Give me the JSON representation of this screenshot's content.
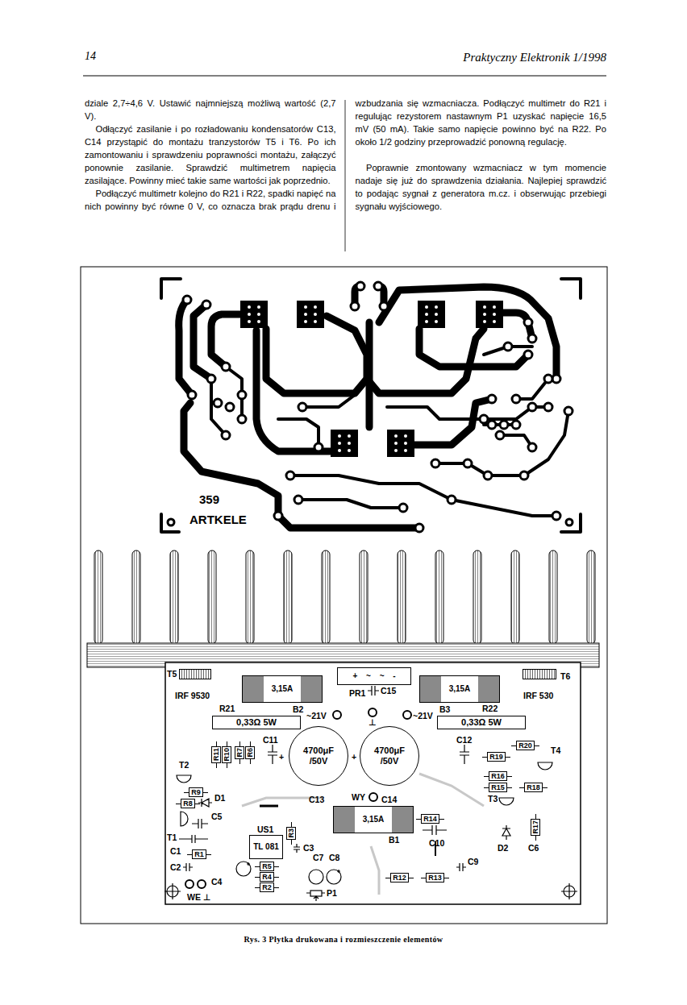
{
  "diagram": {
    "caption": "Rys. 3 Płytka drukowana i rozmieszczenie elementów",
    "nodes": [
      {
        "text": [
          "T5",
          "IRF 9530"
        ]
      },
      {
        "text": [
          "3,15A",
          "B2"
        ]
      },
      {
        "text": [
          "+ ~ ~ -",
          "PR1"
        ]
      },
      {
        "text": [
          "3,15A",
          "B3"
        ]
      },
      {
        "text": [
          "T6",
          "IRF 530"
        ]
      },
      {
        "text": [
          "0,33Ω 5W",
          "R21"
        ]
      },
      {
        "text": [
          "0,33Ω 5W",
          "R22"
        ]
      },
      {
        "text": [
          "4700μF /50V",
          "C13"
        ]
      },
      {
        "text": [
          "4700μF /50V",
          "C14"
        ]
      },
      {
        "text": [
          "R20"
        ]
      },
      {
        "text": [
          "R11"
        ]
      },
      {
        "text": [
          "R10"
        ]
      },
      {
        "text": [
          "R7"
        ]
      },
      {
        "text": [
          "R6"
        ]
      },
      {
        "text": [
          "R19"
        ]
      },
      {
        "text": [
          "R16"
        ]
      },
      {
        "text": [
          "R15"
        ]
      },
      {
        "text": [
          "R18"
        ]
      },
      {
        "text": [
          "R9"
        ]
      },
      {
        "text": [
          "R8"
        ]
      },
      {
        "text": [
          "3,15A",
          "B1"
        ]
      },
      {
        "text": [
          "R14"
        ]
      },
      {
        "text": [
          "TL 081",
          "US1"
        ]
      },
      {
        "text": [
          "R3"
        ]
      },
      {
        "text": [
          "R1"
        ]
      },
      {
        "text": [
          "R5"
        ]
      },
      {
        "text": [
          "R17"
        ]
      },
      {
        "text": [
          "R4"
        ]
      },
      {
        "text": [
          "R2"
        ]
      },
      {
        "text": [
          "R12"
        ]
      },
      {
        "text": [
          "R13"
        ]
      }
    ],
    "labels": [
      "14",
      "Praktyczny Elektronik 1/1998",
      "dziale 2,7÷4,6 V. Ustawić najmniejszą możliwą wartość (2,7 V).",
      "Odłączyć zasilanie i po rozładowaniu kondensatorów C13, C14 przystąpić do montażu tranzystorów T5 i T6. Po ich zamontowaniu i sprawdzeniu poprawności montażu, załączyć ponownie zasilanie. Sprawdzić multimetrem napięcia zasilające. Powinny mieć takie same wartości jak poprzednio.",
      "Podłączyć multimetr kolejno do R21 i R22, spadki napięć na nich powinny być równe 0 V, co oznacza brak prądu drenu i wzbudzania się wzmacniacza. Podłączyć multimetr do R21 i regulując rezystorem nastawnym P1 uzyskać napięcie 16,5 mV (50 mA). Takie samo napięcie powinno być na R22. Po około 1/2 godziny przeprowadzić ponowną regulację.",
      "Poprawnie zmontowany wzmacniacz w tym momencie nadaje się już do sprawdzenia działania. Najlepiej sprawdzić to podając sygnał z generatora m.cz. i obserwując przebiegi sygnału wyjściowego.",
      "359",
      "ARTKELE",
      "~21V",
      "~21V",
      "C15",
      "⊥",
      "C11",
      "C12",
      "+",
      "+",
      "T2",
      "T4",
      "D1",
      "T3",
      "C5",
      "T1",
      "C3",
      "WY",
      "C10",
      "D2",
      "C6",
      "C1",
      "C2",
      "C4",
      "C7",
      "C8",
      "C9",
      "WE ⊥",
      "P1"
    ]
  }
}
